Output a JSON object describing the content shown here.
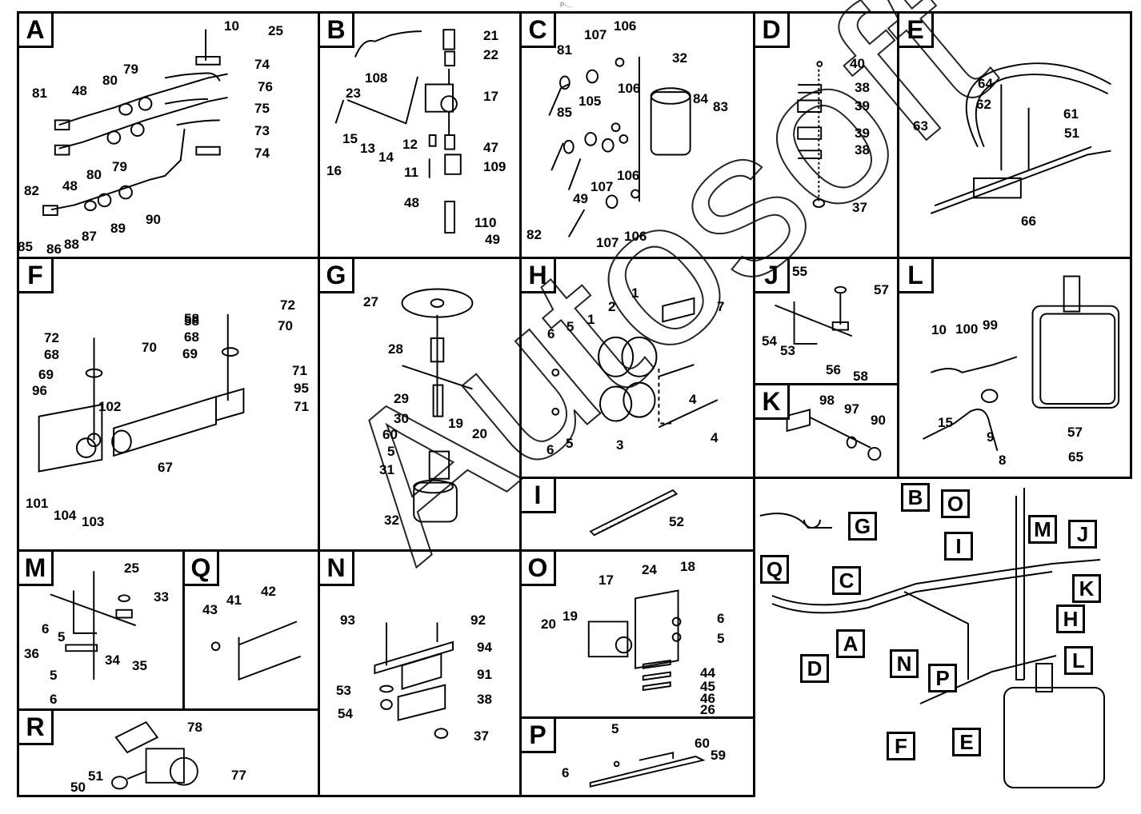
{
  "header_text": "P-...",
  "watermark_text": "Autosoft",
  "panels": [
    {
      "id": "A",
      "labels": [
        "10",
        "25",
        "74",
        "76",
        "75",
        "73",
        "74",
        "81",
        "48",
        "80",
        "79",
        "82",
        "48",
        "80",
        "79",
        "85",
        "86",
        "88",
        "87",
        "89",
        "90"
      ]
    },
    {
      "id": "B",
      "labels": [
        "21",
        "22",
        "17",
        "108",
        "23",
        "15",
        "13",
        "14",
        "12",
        "47",
        "11",
        "109",
        "16",
        "48",
        "110",
        "49"
      ]
    },
    {
      "id": "C",
      "labels": [
        "106",
        "107",
        "81",
        "32",
        "84",
        "83",
        "85",
        "105",
        "106",
        "49",
        "107",
        "106",
        "82",
        "107",
        "106"
      ]
    },
    {
      "id": "D",
      "labels": [
        "40",
        "38",
        "39",
        "39",
        "38",
        "37"
      ]
    },
    {
      "id": "E",
      "labels": [
        "64",
        "62",
        "61",
        "63",
        "51",
        "66"
      ]
    },
    {
      "id": "F",
      "labels": [
        "72",
        "58",
        "68",
        "70",
        "69",
        "58",
        "68",
        "72",
        "70",
        "69",
        "71",
        "95",
        "96",
        "102",
        "71",
        "67",
        "101",
        "104",
        "103"
      ]
    },
    {
      "id": "G",
      "labels": [
        "27",
        "28",
        "29",
        "19",
        "20",
        "30",
        "60",
        "5",
        "31",
        "32"
      ]
    },
    {
      "id": "H",
      "labels": [
        "1",
        "2",
        "1",
        "7",
        "6",
        "5",
        "4",
        "3",
        "4",
        "6",
        "5"
      ]
    },
    {
      "id": "J",
      "labels": [
        "55",
        "57",
        "54",
        "53",
        "56",
        "58"
      ]
    },
    {
      "id": "K",
      "labels": [
        "98",
        "97",
        "90"
      ]
    },
    {
      "id": "L",
      "labels": [
        "10",
        "100",
        "99",
        "15",
        "9",
        "57",
        "65",
        "8"
      ]
    },
    {
      "id": "I",
      "labels": [
        "52"
      ]
    },
    {
      "id": "M",
      "labels": [
        "25",
        "33",
        "6",
        "5",
        "36",
        "34",
        "35",
        "5",
        "6"
      ]
    },
    {
      "id": "Q",
      "labels": [
        "43",
        "41",
        "42"
      ]
    },
    {
      "id": "N",
      "labels": [
        "93",
        "92",
        "94",
        "91",
        "53",
        "54",
        "38",
        "37"
      ]
    },
    {
      "id": "O",
      "labels": [
        "17",
        "24",
        "18",
        "20",
        "19",
        "6",
        "5",
        "44",
        "45",
        "46",
        "26"
      ]
    },
    {
      "id": "P",
      "labels": [
        "5",
        "60",
        "59",
        "6"
      ]
    },
    {
      "id": "R",
      "labels": [
        "78",
        "51",
        "77",
        "50"
      ]
    }
  ],
  "overview_callouts": [
    "B",
    "O",
    "G",
    "M",
    "J",
    "I",
    "C",
    "Q",
    "K",
    "H",
    "D",
    "A",
    "N",
    "P",
    "L",
    "F",
    "E"
  ]
}
